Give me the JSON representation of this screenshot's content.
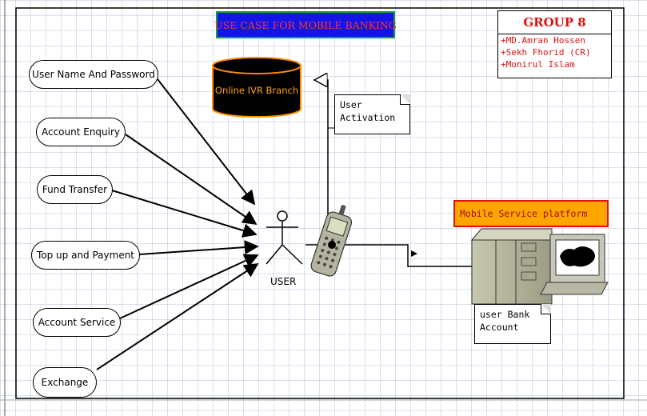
{
  "title": "USE CASE FOR MOBILE BANKING",
  "group": {
    "title": "GROUP 8",
    "members": [
      "+MD.Amran Hossen",
      "+Sekh Fhorid (CR)",
      "+Monirul Islam"
    ]
  },
  "use_cases": [
    {
      "id": "user-name-password",
      "label": "User Name And Password"
    },
    {
      "id": "account-enquiry",
      "label": "Account Enquiry"
    },
    {
      "id": "fund-transfer",
      "label": "Fund Transfer"
    },
    {
      "id": "top-up-payment",
      "label": "Top up and Payment"
    },
    {
      "id": "account-service",
      "label": "Account Service"
    },
    {
      "id": "exchange",
      "label": "Exchange"
    }
  ],
  "actor": {
    "label": "USER"
  },
  "database": {
    "label": "Online IVR Branch"
  },
  "notes": {
    "user_activation": [
      "User",
      "Activation"
    ],
    "user_bank_account": [
      "user Bank",
      "Account"
    ]
  },
  "platform": {
    "label": "Mobile Service platform"
  },
  "colors": {
    "title_bg": "#1414e6",
    "title_text": "#ff3030",
    "title_border": "#10a040",
    "group_text": "#e01010",
    "platform_bg": "#ffa500",
    "database_fill": "#000000",
    "database_border": "#ff8c00",
    "database_text": "#ffa500"
  },
  "icons": {
    "phone": "mobile-phone-icon",
    "server": "server-computer-icon"
  }
}
